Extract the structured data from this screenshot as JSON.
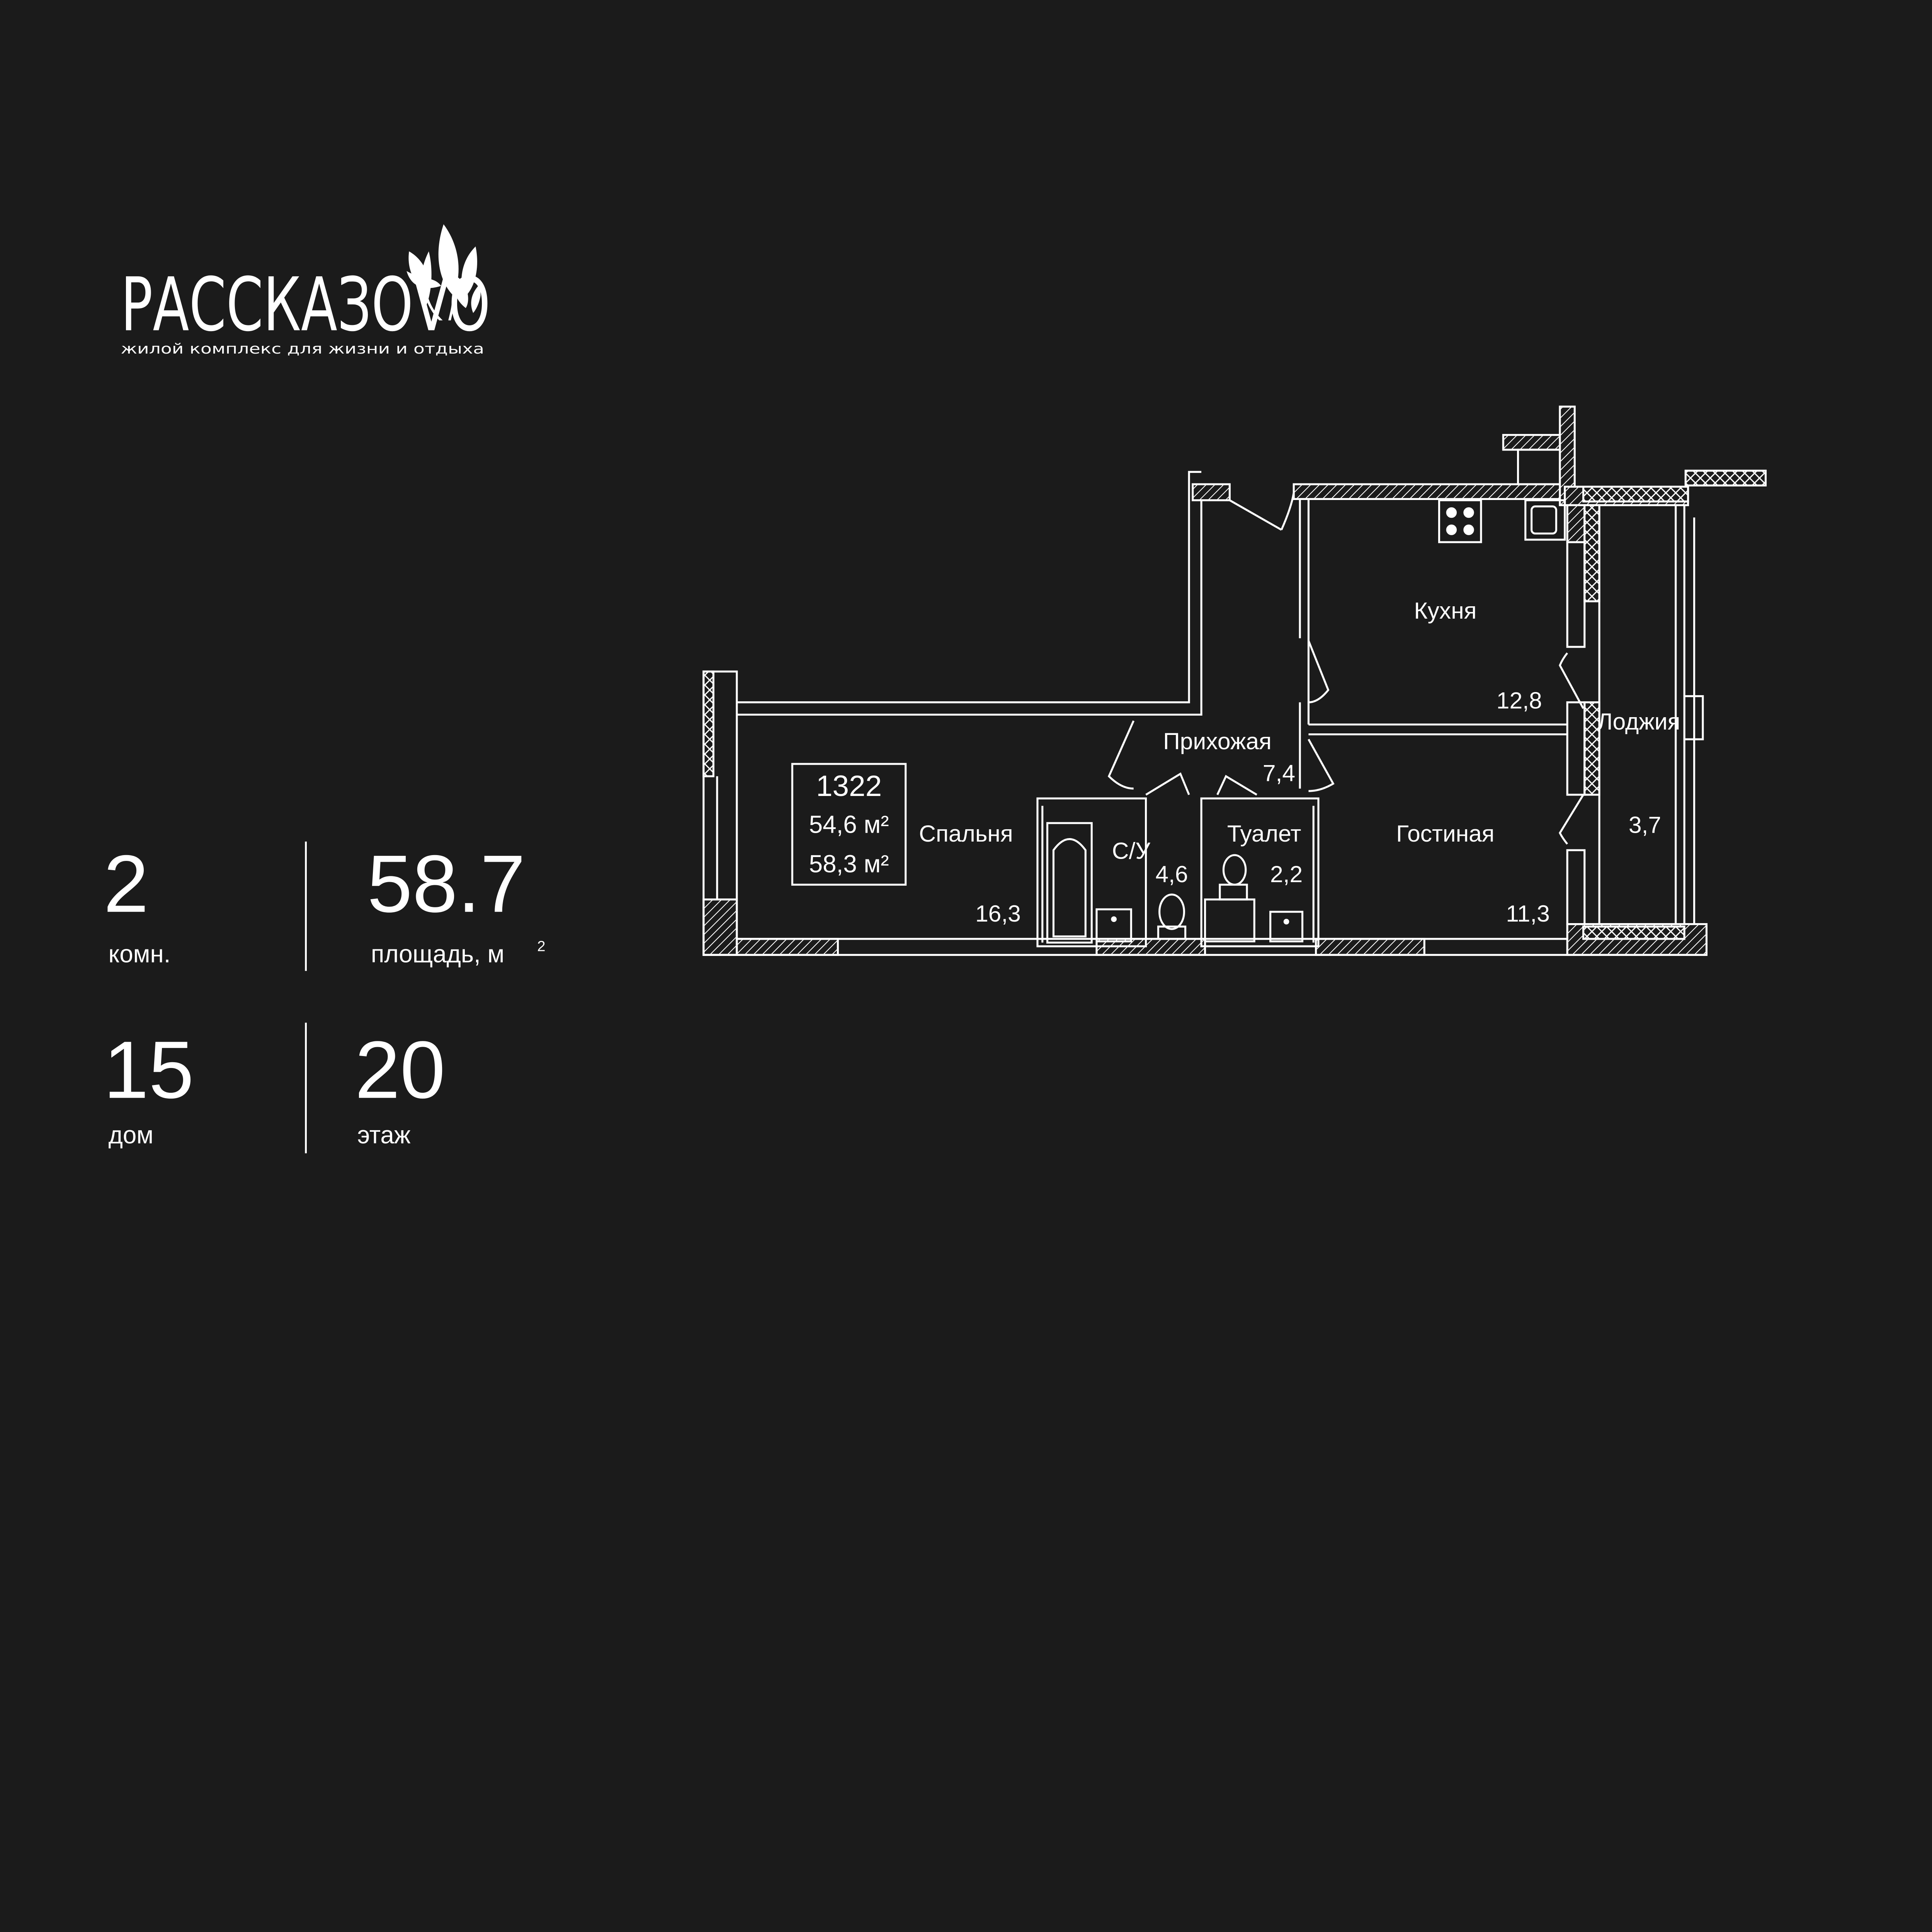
{
  "brand": {
    "name": "РАССКАЗОVO",
    "tagline": "жилой комплекс для жизни и отдыха"
  },
  "stats": {
    "rooms": {
      "value": "2",
      "label": "комн."
    },
    "area": {
      "value": "58.7",
      "label": "площадь, м",
      "unit_sup": "2"
    },
    "house": {
      "value": "15",
      "label": "дом"
    },
    "floor": {
      "value": "20",
      "label": "этаж"
    }
  },
  "plan": {
    "apartment_number": "1322",
    "living_area": "54,6 м²",
    "total_area": "58,3 м²",
    "rooms": [
      {
        "name": "Кухня",
        "area": "12,8"
      },
      {
        "name": "Прихожая",
        "area": "7,4"
      },
      {
        "name": "Лоджия",
        "area": "3,7"
      },
      {
        "name": "Спальня",
        "area": "16,3"
      },
      {
        "name": "С/У",
        "area": "4,6"
      },
      {
        "name": "Туалет",
        "area": "2,2"
      },
      {
        "name": "Гостиная",
        "area": "11,3"
      }
    ]
  },
  "colors": {
    "background": "#1b1b1b",
    "foreground": "#ffffff"
  }
}
